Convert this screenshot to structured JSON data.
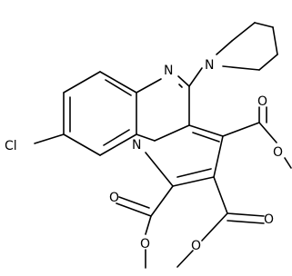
{
  "atoms": {
    "cl": "Cl",
    "n_pyrazine": "N",
    "n_piperidine": "N",
    "n_bridge": "N",
    "o_ester1_carbonyl": "O",
    "o_ester1_ether": "O",
    "o_ester2_carbonyl": "O",
    "o_ester2_ether": "O",
    "o_ester3_carbonyl": "O",
    "o_ester3_ether": "O"
  },
  "colors": {
    "bond": "#000000",
    "label": "#000000",
    "background": "#ffffff"
  }
}
